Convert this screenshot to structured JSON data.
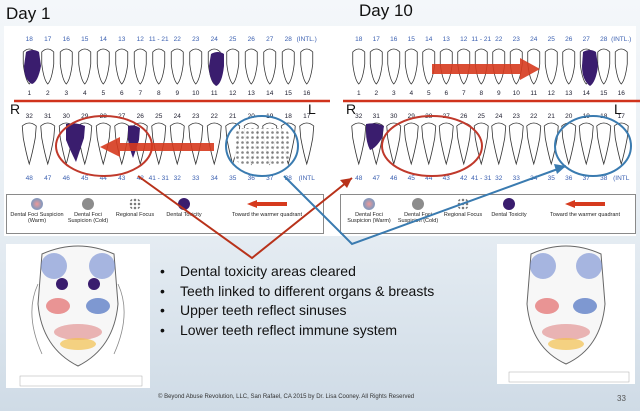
{
  "titles": {
    "left": "Day 1",
    "right": "Day 10"
  },
  "upper_numbers_fdi": [
    "18",
    "17",
    "16",
    "15",
    "14",
    "13",
    "12",
    "11 - 21",
    "22",
    "23",
    "24",
    "25",
    "26",
    "27",
    "28",
    "(INTL.)"
  ],
  "upper_numbers_us": [
    "1",
    "2",
    "3",
    "4",
    "5",
    "6",
    "7",
    "8",
    "9",
    "10",
    "11",
    "12",
    "13",
    "14",
    "15",
    "16"
  ],
  "lower_numbers_us_left": [
    "32",
    "31",
    "30",
    "29",
    "28",
    "27",
    "26",
    "25",
    "24",
    "23",
    "22",
    "21",
    "20",
    "19",
    "18",
    "17"
  ],
  "lower_numbers_us_right": [
    "32",
    "31",
    "30",
    "29",
    "28",
    "27",
    "26",
    "25",
    "24",
    "23",
    "22",
    "21",
    "20",
    "19",
    "18",
    "17"
  ],
  "lower_numbers_fdi": [
    "48",
    "47",
    "46",
    "45",
    "44",
    "43",
    "42",
    "41 - 31",
    "32",
    "33",
    "34",
    "35",
    "36",
    "37",
    "38",
    "(INTL"
  ],
  "side_labels": {
    "right": "R",
    "left": "L"
  },
  "legend_items": [
    {
      "label": "Dental Foci Suspicion (Warm)",
      "icon": "warm-foci-icon"
    },
    {
      "label": "Dental Foci Suspicion (Cold)",
      "icon": "cold-foci-icon"
    },
    {
      "label": "Regional Focus",
      "icon": "regional-focus-icon"
    },
    {
      "label": "Dental Toxicity",
      "icon": "dental-toxicity-icon"
    },
    {
      "label": "Toward the warmer quadrant",
      "icon": "red-arrow-icon"
    }
  ],
  "bullets": [
    "Dental toxicity areas cleared",
    "Teeth linked to different organs & breasts",
    "Upper teeth reflect sinuses",
    "Lower teeth reflect immune system"
  ],
  "footer": "© Beyond Abuse Revolution, LLC, San Rafael, CA 2015 by Dr. Lisa Cooney. All Rights Reserved",
  "page_number": "33",
  "colors": {
    "toxicity": "#3a1d6e",
    "arrow": "#d63a1e",
    "circle_red": "#c0392b",
    "circle_blue": "#3a7bb0",
    "line": "#d0331c"
  }
}
